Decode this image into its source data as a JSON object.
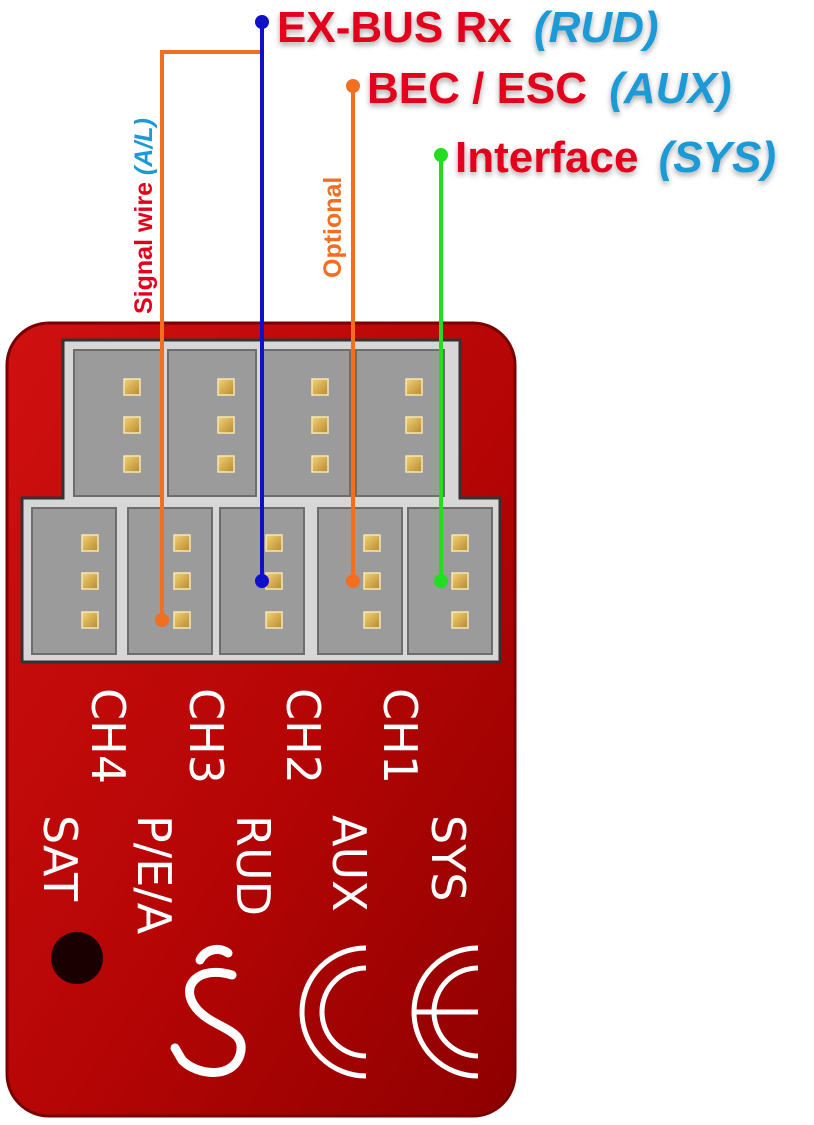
{
  "callouts": {
    "exbus": {
      "label": "EX-BUS Rx",
      "port": "(RUD)"
    },
    "bec": {
      "label": "BEC / ESC",
      "port": "(AUX)"
    },
    "interface": {
      "label": "Interface",
      "port": "(SYS)"
    }
  },
  "side_labels": {
    "signal_wire": {
      "prefix": "Signal wire ",
      "port": "(A/L)"
    },
    "optional": "Optional"
  },
  "board": {
    "channel_labels": [
      "CH4",
      "CH3",
      "CH2",
      "CH1"
    ],
    "port_labels": [
      "SAT",
      "P/E/A",
      "RUD",
      "AUX",
      "SYS"
    ]
  },
  "colors": {
    "board_red": "#b30000",
    "callout_red": "#e4001b",
    "port_blue": "#1a9ad6",
    "wire_orange": "#f26f21",
    "wire_blue": "#1010c8",
    "wire_green": "#22dd22",
    "connector_gray": "#9b9b9b",
    "pin_gold": "#d8b250"
  },
  "icons": [
    "logo-s-mark-icon",
    "ce-mark-icon",
    "mounting-hole-icon"
  ]
}
